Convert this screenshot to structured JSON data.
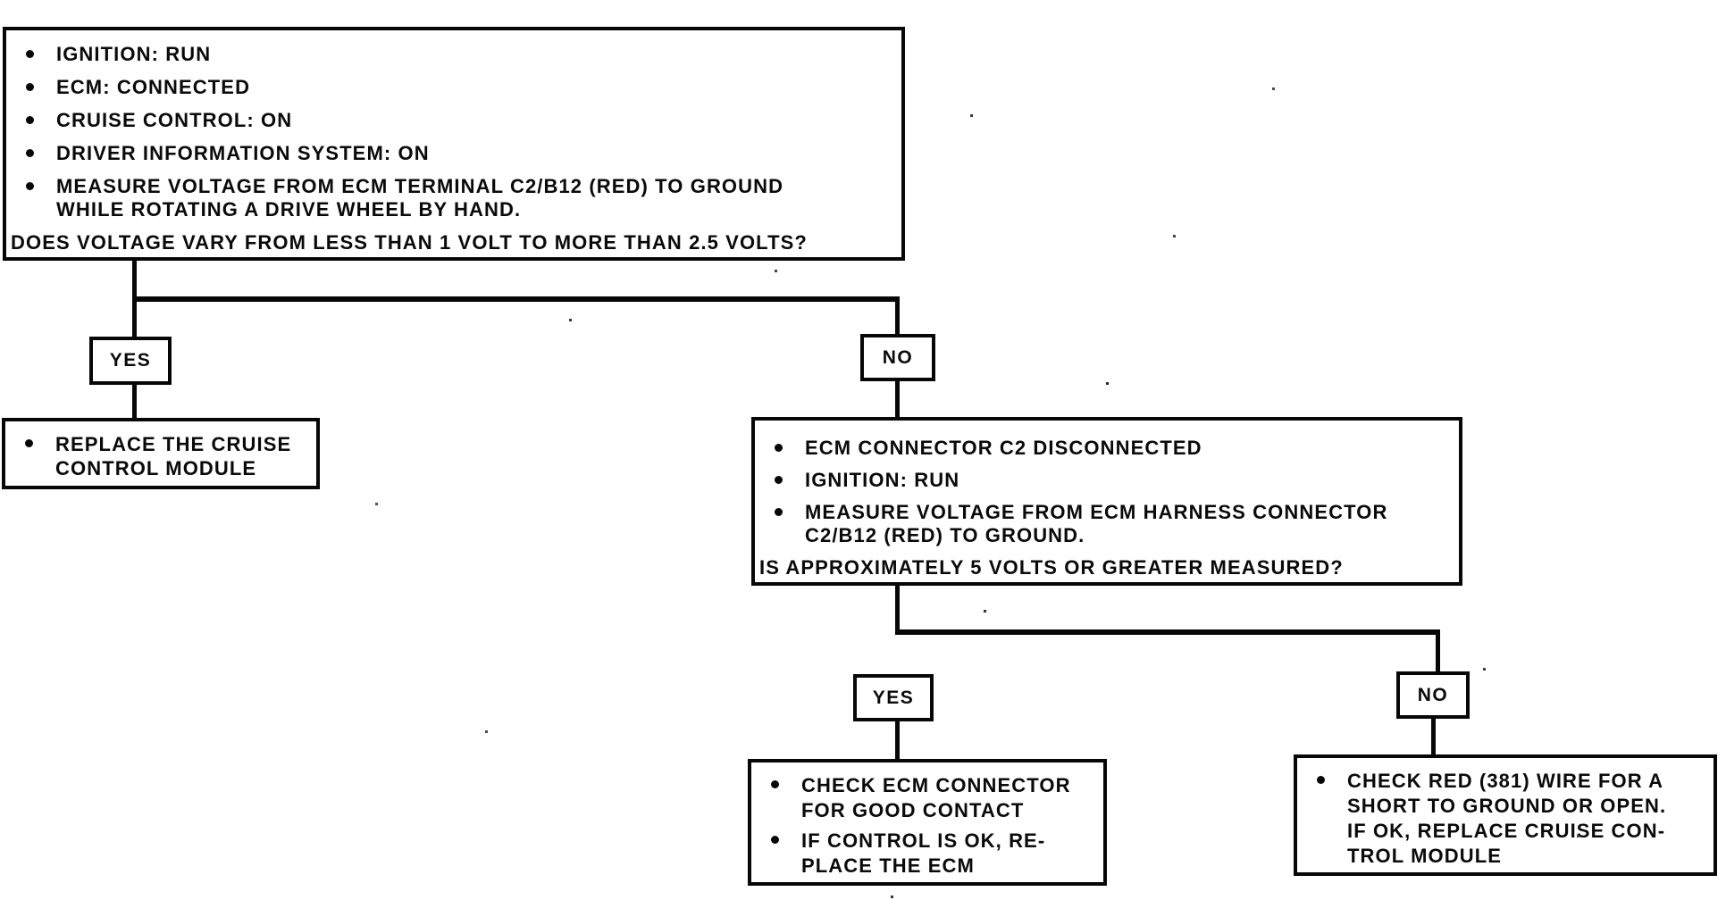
{
  "diagram": {
    "kind": "troubleshooting-flowchart",
    "background_color": "#ffffff",
    "line_color": "#070707",
    "text_color": "#0a0a0a"
  },
  "nodes": {
    "start": {
      "bullets": [
        "IGNITION: RUN",
        "ECM: CONNECTED",
        "CRUISE CONTROL: ON",
        "DRIVER INFORMATION SYSTEM: ON",
        "MEASURE VOLTAGE FROM ECM TERMINAL C2/B12 (RED) TO GROUND\nWHILE ROTATING A DRIVE WHEEL BY HAND."
      ],
      "question": "DOES VOLTAGE VARY FROM LESS THAN 1 VOLT TO MORE THAN 2.5 VOLTS?"
    },
    "branch1": {
      "yes": "YES",
      "no": "NO"
    },
    "result_yes1": {
      "bullets": [
        "REPLACE THE CRUISE\nCONTROL MODULE"
      ]
    },
    "decision2": {
      "bullets": [
        "ECM CONNECTOR C2 DISCONNECTED",
        "IGNITION: RUN",
        "MEASURE VOLTAGE FROM ECM HARNESS CONNECTOR\nC2/B12 (RED) TO GROUND."
      ],
      "question": "IS APPROXIMATELY 5 VOLTS OR GREATER MEASURED?"
    },
    "branch2": {
      "yes": "YES",
      "no": "NO"
    },
    "result_yes2": {
      "bullets": [
        "CHECK ECM CONNECTOR\nFOR GOOD CONTACT",
        "IF CONTROL IS OK, RE-\nPLACE THE ECM"
      ]
    },
    "result_no2": {
      "bullets": [
        "CHECK RED (381) WIRE FOR A\nSHORT TO GROUND OR OPEN.\nIF OK, REPLACE CRUISE CON-\nTROL MODULE"
      ]
    }
  }
}
